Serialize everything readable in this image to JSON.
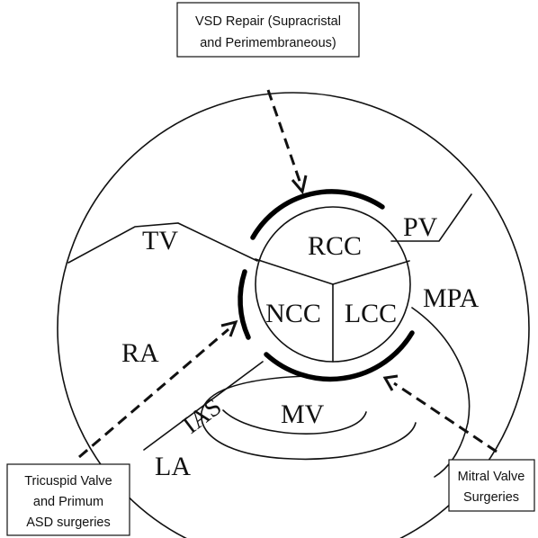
{
  "callouts": {
    "vsd": {
      "line1": "VSD Repair (Supracristal",
      "line2": "and Perimembraneous)"
    },
    "tricuspid": {
      "line1": "Tricuspid Valve",
      "line2": "and Primum",
      "line3": "ASD surgeries"
    },
    "mitral": {
      "line1": "Mitral Valve",
      "line2": "Surgeries"
    }
  },
  "labels": {
    "tv": "TV",
    "pv": "PV",
    "rcc": "RCC",
    "ncc": "NCC",
    "lcc": "LCC",
    "mpa": "MPA",
    "ra": "RA",
    "ias": "IAS",
    "mv": "MV",
    "la": "LA"
  }
}
